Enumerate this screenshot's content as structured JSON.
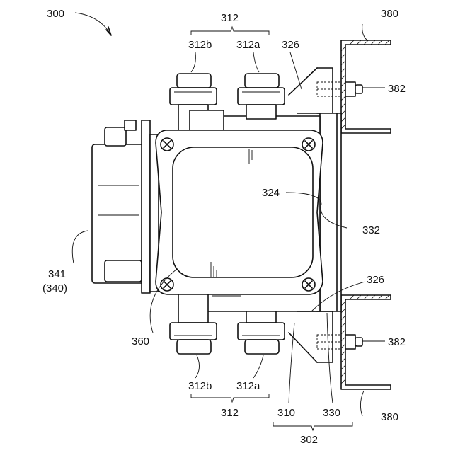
{
  "figure": {
    "ref_300": "300",
    "ref_312_top": "312",
    "ref_312b_top": "312b",
    "ref_312a_top": "312a",
    "ref_326_top": "326",
    "ref_380_top": "380",
    "ref_382_top": "382",
    "ref_324": "324",
    "ref_332": "332",
    "ref_341": "341",
    "ref_340": "(340)",
    "ref_326_bottom": "326",
    "ref_382_bottom": "382",
    "ref_360": "360",
    "ref_312b_bottom": "312b",
    "ref_312a_bottom": "312a",
    "ref_312_bottom": "312",
    "ref_310": "310",
    "ref_330": "330",
    "ref_380_bottom": "380",
    "ref_302": "302"
  }
}
